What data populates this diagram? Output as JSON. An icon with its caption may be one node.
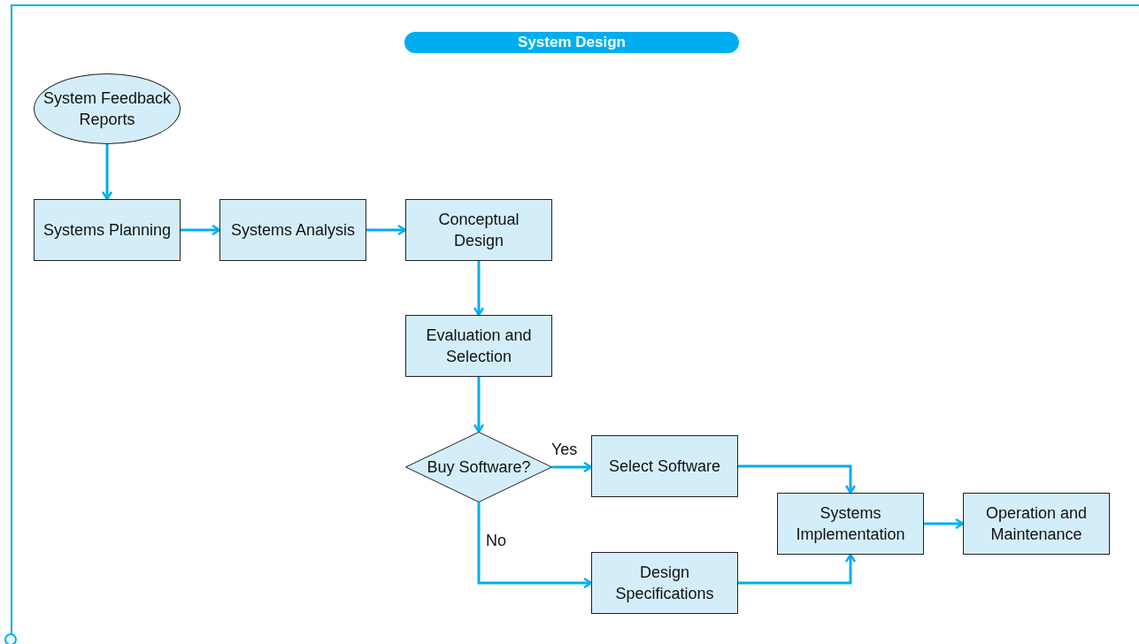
{
  "diagram": {
    "title": "System Design",
    "nodes": [
      {
        "text": [
          "System Feedback Reports"
        ]
      },
      {
        "text": [
          "Systems Planning"
        ]
      },
      {
        "text": [
          "Systems Analysis"
        ]
      },
      {
        "text": [
          "Conceptual Design"
        ]
      },
      {
        "text": [
          "Evaluation and Selection"
        ]
      },
      {
        "text": [
          "Buy Software?"
        ]
      },
      {
        "text": [
          "Select Software"
        ]
      },
      {
        "text": [
          "Design Specifications"
        ]
      },
      {
        "text": [
          "Systems Implementation"
        ]
      },
      {
        "text": [
          "Operation and Maintenance"
        ]
      }
    ],
    "edges": [
      {
        "from": 0,
        "to": 1,
        "arrow": "to"
      },
      {
        "from": 1,
        "to": 2,
        "arrow": "to"
      },
      {
        "from": 2,
        "to": 3,
        "arrow": "to"
      },
      {
        "from": 3,
        "to": 4,
        "arrow": "to"
      },
      {
        "from": 4,
        "to": 5,
        "arrow": "to"
      },
      {
        "from": 5,
        "to": 6,
        "arrow": "to",
        "label": "Yes"
      },
      {
        "from": 5,
        "to": 7,
        "arrow": "to",
        "label": "No"
      },
      {
        "from": 6,
        "to": 8,
        "arrow": "to"
      },
      {
        "from": 7,
        "to": 8,
        "arrow": "to"
      },
      {
        "from": 8,
        "to": 9,
        "arrow": "to"
      }
    ]
  }
}
